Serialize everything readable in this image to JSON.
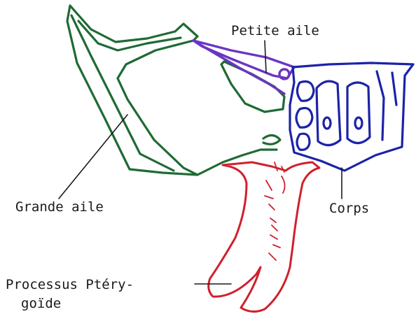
{
  "labels": {
    "petite_aile": "Petite aile",
    "grande_aile": "Grande aile",
    "corps": "Corps",
    "processus_line1": "Processus Ptéry-",
    "processus_line2": "goïde"
  },
  "colors": {
    "grande_aile": "#1f6a34",
    "petite_aile": "#6a35c2",
    "corps": "#1b23a8",
    "processus": "#d0202c",
    "label_text": "#1a1a1a",
    "background": "#ffffff"
  }
}
